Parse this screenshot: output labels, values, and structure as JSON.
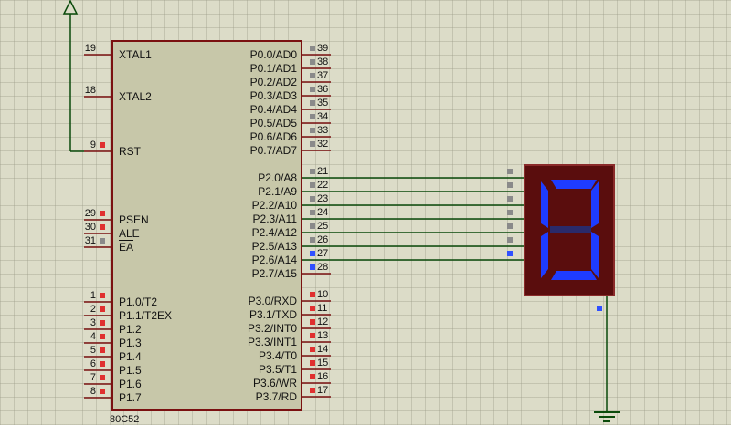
{
  "chip": {
    "name": "80C52",
    "left_pins": [
      {
        "num": "19",
        "label": "XTAL1",
        "overline": false,
        "marker": ""
      },
      {
        "num": "18",
        "label": "XTAL2",
        "overline": false,
        "marker": ""
      },
      {
        "num": "9",
        "label": "RST",
        "overline": false,
        "marker": "red"
      },
      {
        "num": "29",
        "label": "PSEN",
        "overline": true,
        "marker": "red"
      },
      {
        "num": "30",
        "label": "ALE",
        "overline": false,
        "marker": "red"
      },
      {
        "num": "31",
        "label": "EA",
        "overline": true,
        "marker": "gray"
      },
      {
        "num": "1",
        "label": "P1.0/T2",
        "overline": false,
        "marker": "red"
      },
      {
        "num": "2",
        "label": "P1.1/T2EX",
        "overline": false,
        "marker": "red"
      },
      {
        "num": "3",
        "label": "P1.2",
        "overline": false,
        "marker": "red"
      },
      {
        "num": "4",
        "label": "P1.3",
        "overline": false,
        "marker": "red"
      },
      {
        "num": "5",
        "label": "P1.4",
        "overline": false,
        "marker": "red"
      },
      {
        "num": "6",
        "label": "P1.5",
        "overline": false,
        "marker": "red"
      },
      {
        "num": "7",
        "label": "P1.6",
        "overline": false,
        "marker": "red"
      },
      {
        "num": "8",
        "label": "P1.7",
        "overline": false,
        "marker": "red"
      }
    ],
    "right_pins": [
      {
        "num": "39",
        "label": "P0.0/AD0",
        "marker": "gray"
      },
      {
        "num": "38",
        "label": "P0.1/AD1",
        "marker": "gray"
      },
      {
        "num": "37",
        "label": "P0.2/AD2",
        "marker": "gray"
      },
      {
        "num": "36",
        "label": "P0.3/AD3",
        "marker": "gray"
      },
      {
        "num": "35",
        "label": "P0.4/AD4",
        "marker": "gray"
      },
      {
        "num": "34",
        "label": "P0.5/AD5",
        "marker": "gray"
      },
      {
        "num": "33",
        "label": "P0.6/AD6",
        "marker": "gray"
      },
      {
        "num": "32",
        "label": "P0.7/AD7",
        "marker": "gray"
      },
      {
        "num": "21",
        "label": "P2.0/A8",
        "marker": "gray"
      },
      {
        "num": "22",
        "label": "P2.1/A9",
        "marker": "gray"
      },
      {
        "num": "23",
        "label": "P2.2/A10",
        "marker": "gray"
      },
      {
        "num": "24",
        "label": "P2.3/A11",
        "marker": "gray"
      },
      {
        "num": "25",
        "label": "P2.4/A12",
        "marker": "gray"
      },
      {
        "num": "26",
        "label": "P2.5/A13",
        "marker": "gray"
      },
      {
        "num": "27",
        "label": "P2.6/A14",
        "marker": "blue"
      },
      {
        "num": "28",
        "label": "P2.7/A15",
        "marker": "blue"
      },
      {
        "num": "10",
        "label": "P3.0/RXD",
        "marker": "red"
      },
      {
        "num": "11",
        "label": "P3.1/TXD",
        "marker": "red"
      },
      {
        "num": "12",
        "label": "P3.2/INT0",
        "marker": "red"
      },
      {
        "num": "13",
        "label": "P3.3/INT1",
        "marker": "red"
      },
      {
        "num": "14",
        "label": "P3.4/T0",
        "marker": "red"
      },
      {
        "num": "15",
        "label": "P3.5/T1",
        "marker": "red"
      },
      {
        "num": "16",
        "label": "P3.6/WR",
        "marker": "red"
      },
      {
        "num": "17",
        "label": "P3.7/RD",
        "marker": "red"
      }
    ]
  },
  "display": {
    "segments_on": [
      "a",
      "b",
      "c",
      "d",
      "e",
      "f"
    ],
    "segment_off": "g",
    "on_color": "#1e3cff",
    "off_color": "#2a2a6a"
  },
  "colors": {
    "wire": "#0a4a0a",
    "pin_line": "#7a1010",
    "marker_red": "#e03030",
    "marker_gray": "#8a8a8a",
    "marker_blue": "#3050ff"
  }
}
